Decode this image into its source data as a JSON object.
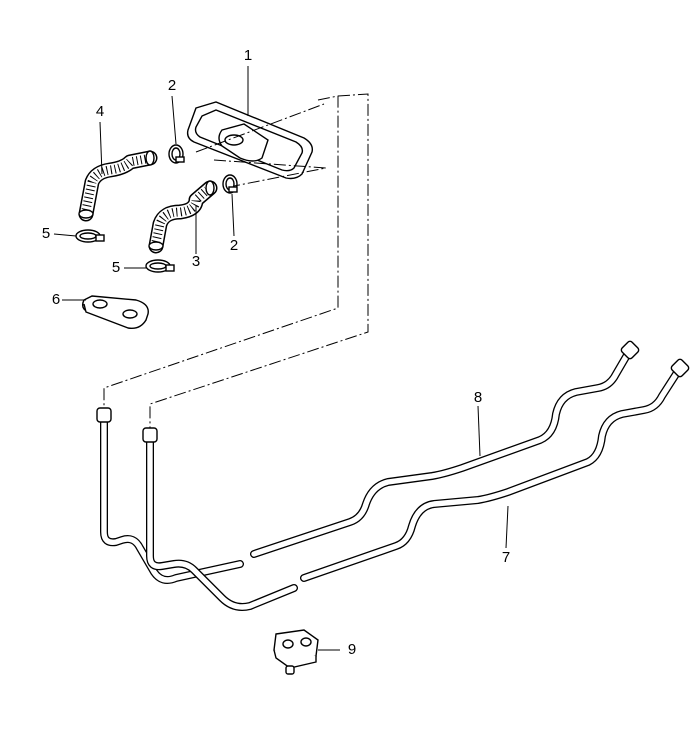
{
  "diagram": {
    "callouts": [
      {
        "id": "c1",
        "text": "1"
      },
      {
        "id": "c2a",
        "text": "2"
      },
      {
        "id": "c2b",
        "text": "2"
      },
      {
        "id": "c3",
        "text": "3"
      },
      {
        "id": "c4",
        "text": "4"
      },
      {
        "id": "c5a",
        "text": "5"
      },
      {
        "id": "c5b",
        "text": "5"
      },
      {
        "id": "c6",
        "text": "6"
      },
      {
        "id": "c7",
        "text": "7"
      },
      {
        "id": "c8",
        "text": "8"
      },
      {
        "id": "c9",
        "text": "9"
      }
    ],
    "colors": {
      "line": "#000000",
      "background": "#ffffff"
    }
  }
}
